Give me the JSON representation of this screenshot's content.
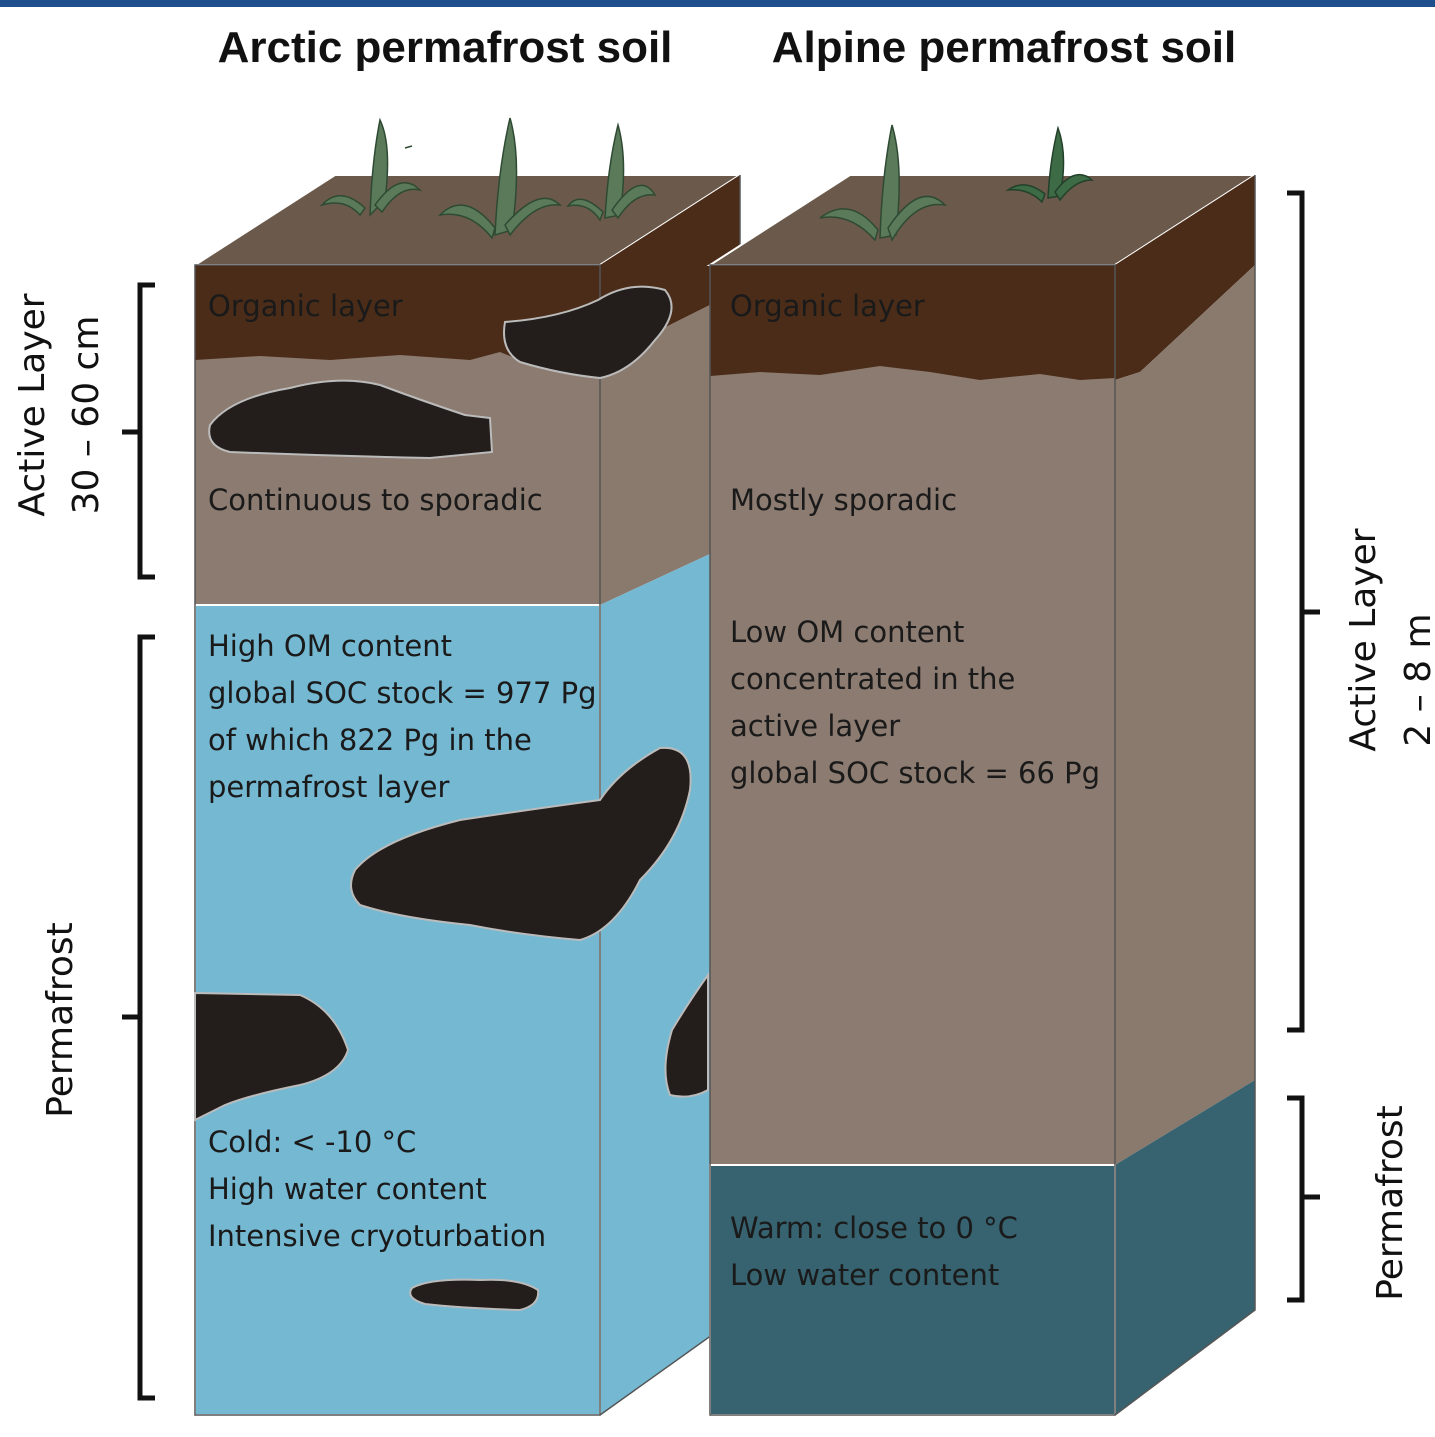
{
  "titles": {
    "arctic": "Arctic permafrost soil",
    "alpine": "Alpine permafrost soil"
  },
  "arctic": {
    "organic_layer": "Organic layer",
    "active_desc": "Continuous to sporadic",
    "om_lines": [
      "High OM content",
      "global SOC stock = 977 Pg",
      "of which 822 Pg in the",
      "permafrost layer"
    ],
    "cold_lines": [
      "Cold: < -10 °C",
      "High water content",
      "Intensive cryoturbation"
    ]
  },
  "alpine": {
    "organic_layer": "Organic layer",
    "active_desc": "Mostly sporadic",
    "om_lines": [
      "Low OM content",
      "concentrated in the",
      "active layer",
      "global SOC stock = 66 Pg"
    ],
    "warm_lines": [
      "Warm: close to 0 °C",
      "Low water content"
    ]
  },
  "left_brackets": {
    "active_layer_label": "Active Layer",
    "active_layer_depth": "30 – 60 cm",
    "permafrost_label": "Permafrost"
  },
  "right_brackets": {
    "active_layer_label": "Active Layer",
    "active_layer_depth": "2 – 8 m",
    "permafrost_label": "Permafrost"
  },
  "colors": {
    "top_border": "#1f4e8c",
    "soil_top": "#6b5a4b",
    "organic": "#4a2c18",
    "soil": "#8c7b70",
    "soil_side": "#8a796d",
    "permafrost_arctic": "#74b8d2",
    "permafrost_alpine": "#36636f",
    "carbon_patch": "#231e1b",
    "plant": "#5a7a5a"
  }
}
